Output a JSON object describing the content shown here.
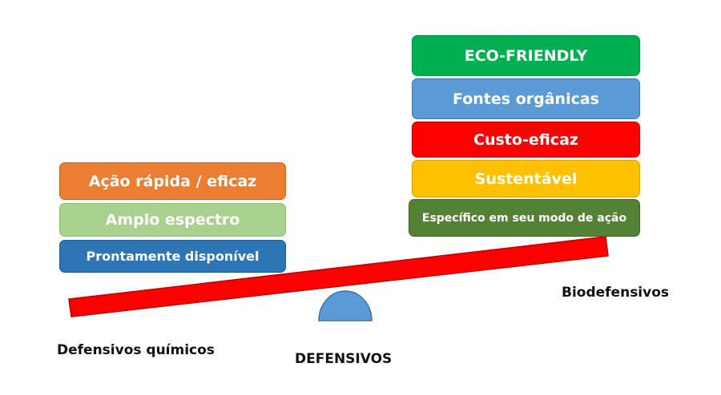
{
  "left_stack": {
    "items": [
      {
        "text": "Ação rápida / eficaz",
        "color": "#ED7D31",
        "border": "#C7661F"
      },
      {
        "text": "Amplo espectro",
        "color": "#A9D18E",
        "border": "#8DB970"
      },
      {
        "text": "Prontamente disponível",
        "color": "#2E75B6",
        "border": "#1F5A90"
      }
    ]
  },
  "right_stack": {
    "items": [
      {
        "text": "ECO-FRIENDLY",
        "color": "#00B050",
        "border": "#00923F"
      },
      {
        "text": "Fontes orgânicas",
        "color": "#5B9BD5",
        "border": "#4479AF"
      },
      {
        "text": "Custo-eficaz",
        "color": "#FF0000",
        "border": "#C80000"
      },
      {
        "text": "Sustentável",
        "color": "#FFC000",
        "border": "#D9A300"
      },
      {
        "text": "Específico em seu modo de ação",
        "color": "#548235",
        "border": "#3E6427"
      }
    ]
  },
  "seesaw": {
    "beam_color": "#FF0000",
    "beam_border": "#C00000",
    "fulcrum_color": "#5B9BD5",
    "fulcrum_border": "#41719C"
  },
  "labels": {
    "left": "Defensivos químicos",
    "center": "DEFENSIVOS",
    "right": "Biodefensivos"
  }
}
